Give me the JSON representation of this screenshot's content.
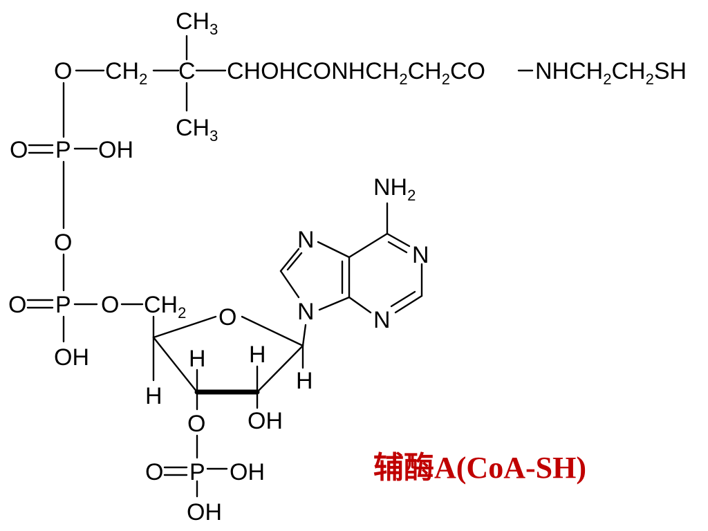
{
  "caption": "辅酶A(CoA-SH)",
  "caption_color": "#c00000",
  "labels": {
    "ch3_top": "CH",
    "ch3_bottom": "CH",
    "o_top": "O",
    "ch2_top": "CH",
    "c_quat": "C",
    "chain": "CHOHCONHCH",
    "chain_ch2": "CH",
    "chain_co": "CO",
    "nh_chain": "NHCH",
    "nh_ch2": "CH",
    "sh": "SH",
    "p1": "P",
    "p1_o_double": "O",
    "p1_oh": "OH",
    "o_bridge": "O",
    "p2": "P",
    "p2_o_double": "O",
    "p2_o_link": "O",
    "p2_ch2": "CH",
    "p2_oh": "OH",
    "ring_o": "O",
    "h_c4": "H",
    "h_c3": "H",
    "h_c2": "H",
    "h_c1": "H",
    "o3": "O",
    "oh2": "OH",
    "p3": "P",
    "p3_o_double": "O",
    "p3_oh_right": "OH",
    "p3_oh_bottom": "OH",
    "nh2": "NH",
    "n7": "N",
    "n1": "N",
    "n9": "N",
    "n3": "N"
  },
  "subscripts": {
    "three": "3",
    "two": "2"
  }
}
